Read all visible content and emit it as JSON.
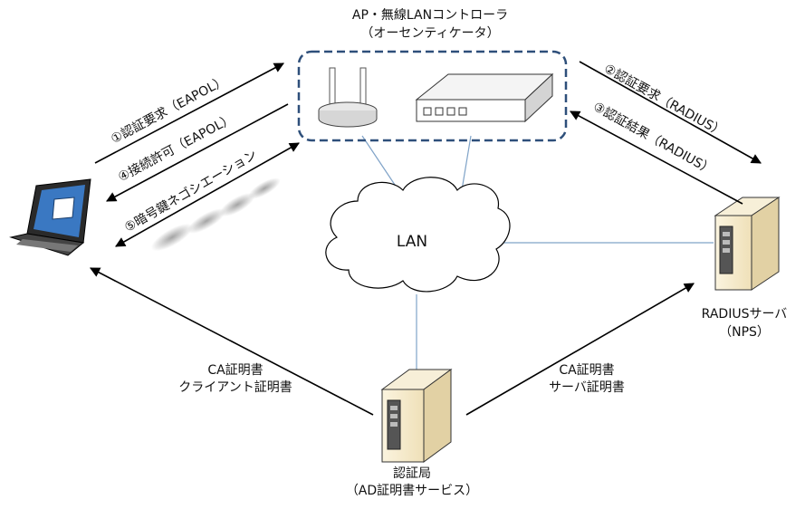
{
  "ap_group": {
    "title": "AP・無線LANコントローラ",
    "subtitle": "（オーセンティケータ）"
  },
  "network": {
    "label": "LAN"
  },
  "radius_server": {
    "name": "RADIUSサーバ",
    "sub": "（NPS）"
  },
  "ca_server": {
    "name": "認証局",
    "sub": "（AD証明書サービス）"
  },
  "steps": {
    "s1": "①認証要求（EAPOL）",
    "s2": "②認証要求（RADIUS）",
    "s3": "③認証結果（RADIUS）",
    "s4": "④接続許可（EAPOL）",
    "s5": "⑤暗号鍵ネゴシエーション"
  },
  "cert_to_client": {
    "line1": "CA証明書",
    "line2": "クライアント証明書"
  },
  "cert_to_radius": {
    "line1": "CA証明書",
    "line2": "サーバ証明書"
  },
  "colors": {
    "link_line": "#7fa3c8",
    "group_border": "#2e4f7a",
    "server_body": "#f5ebcf"
  }
}
